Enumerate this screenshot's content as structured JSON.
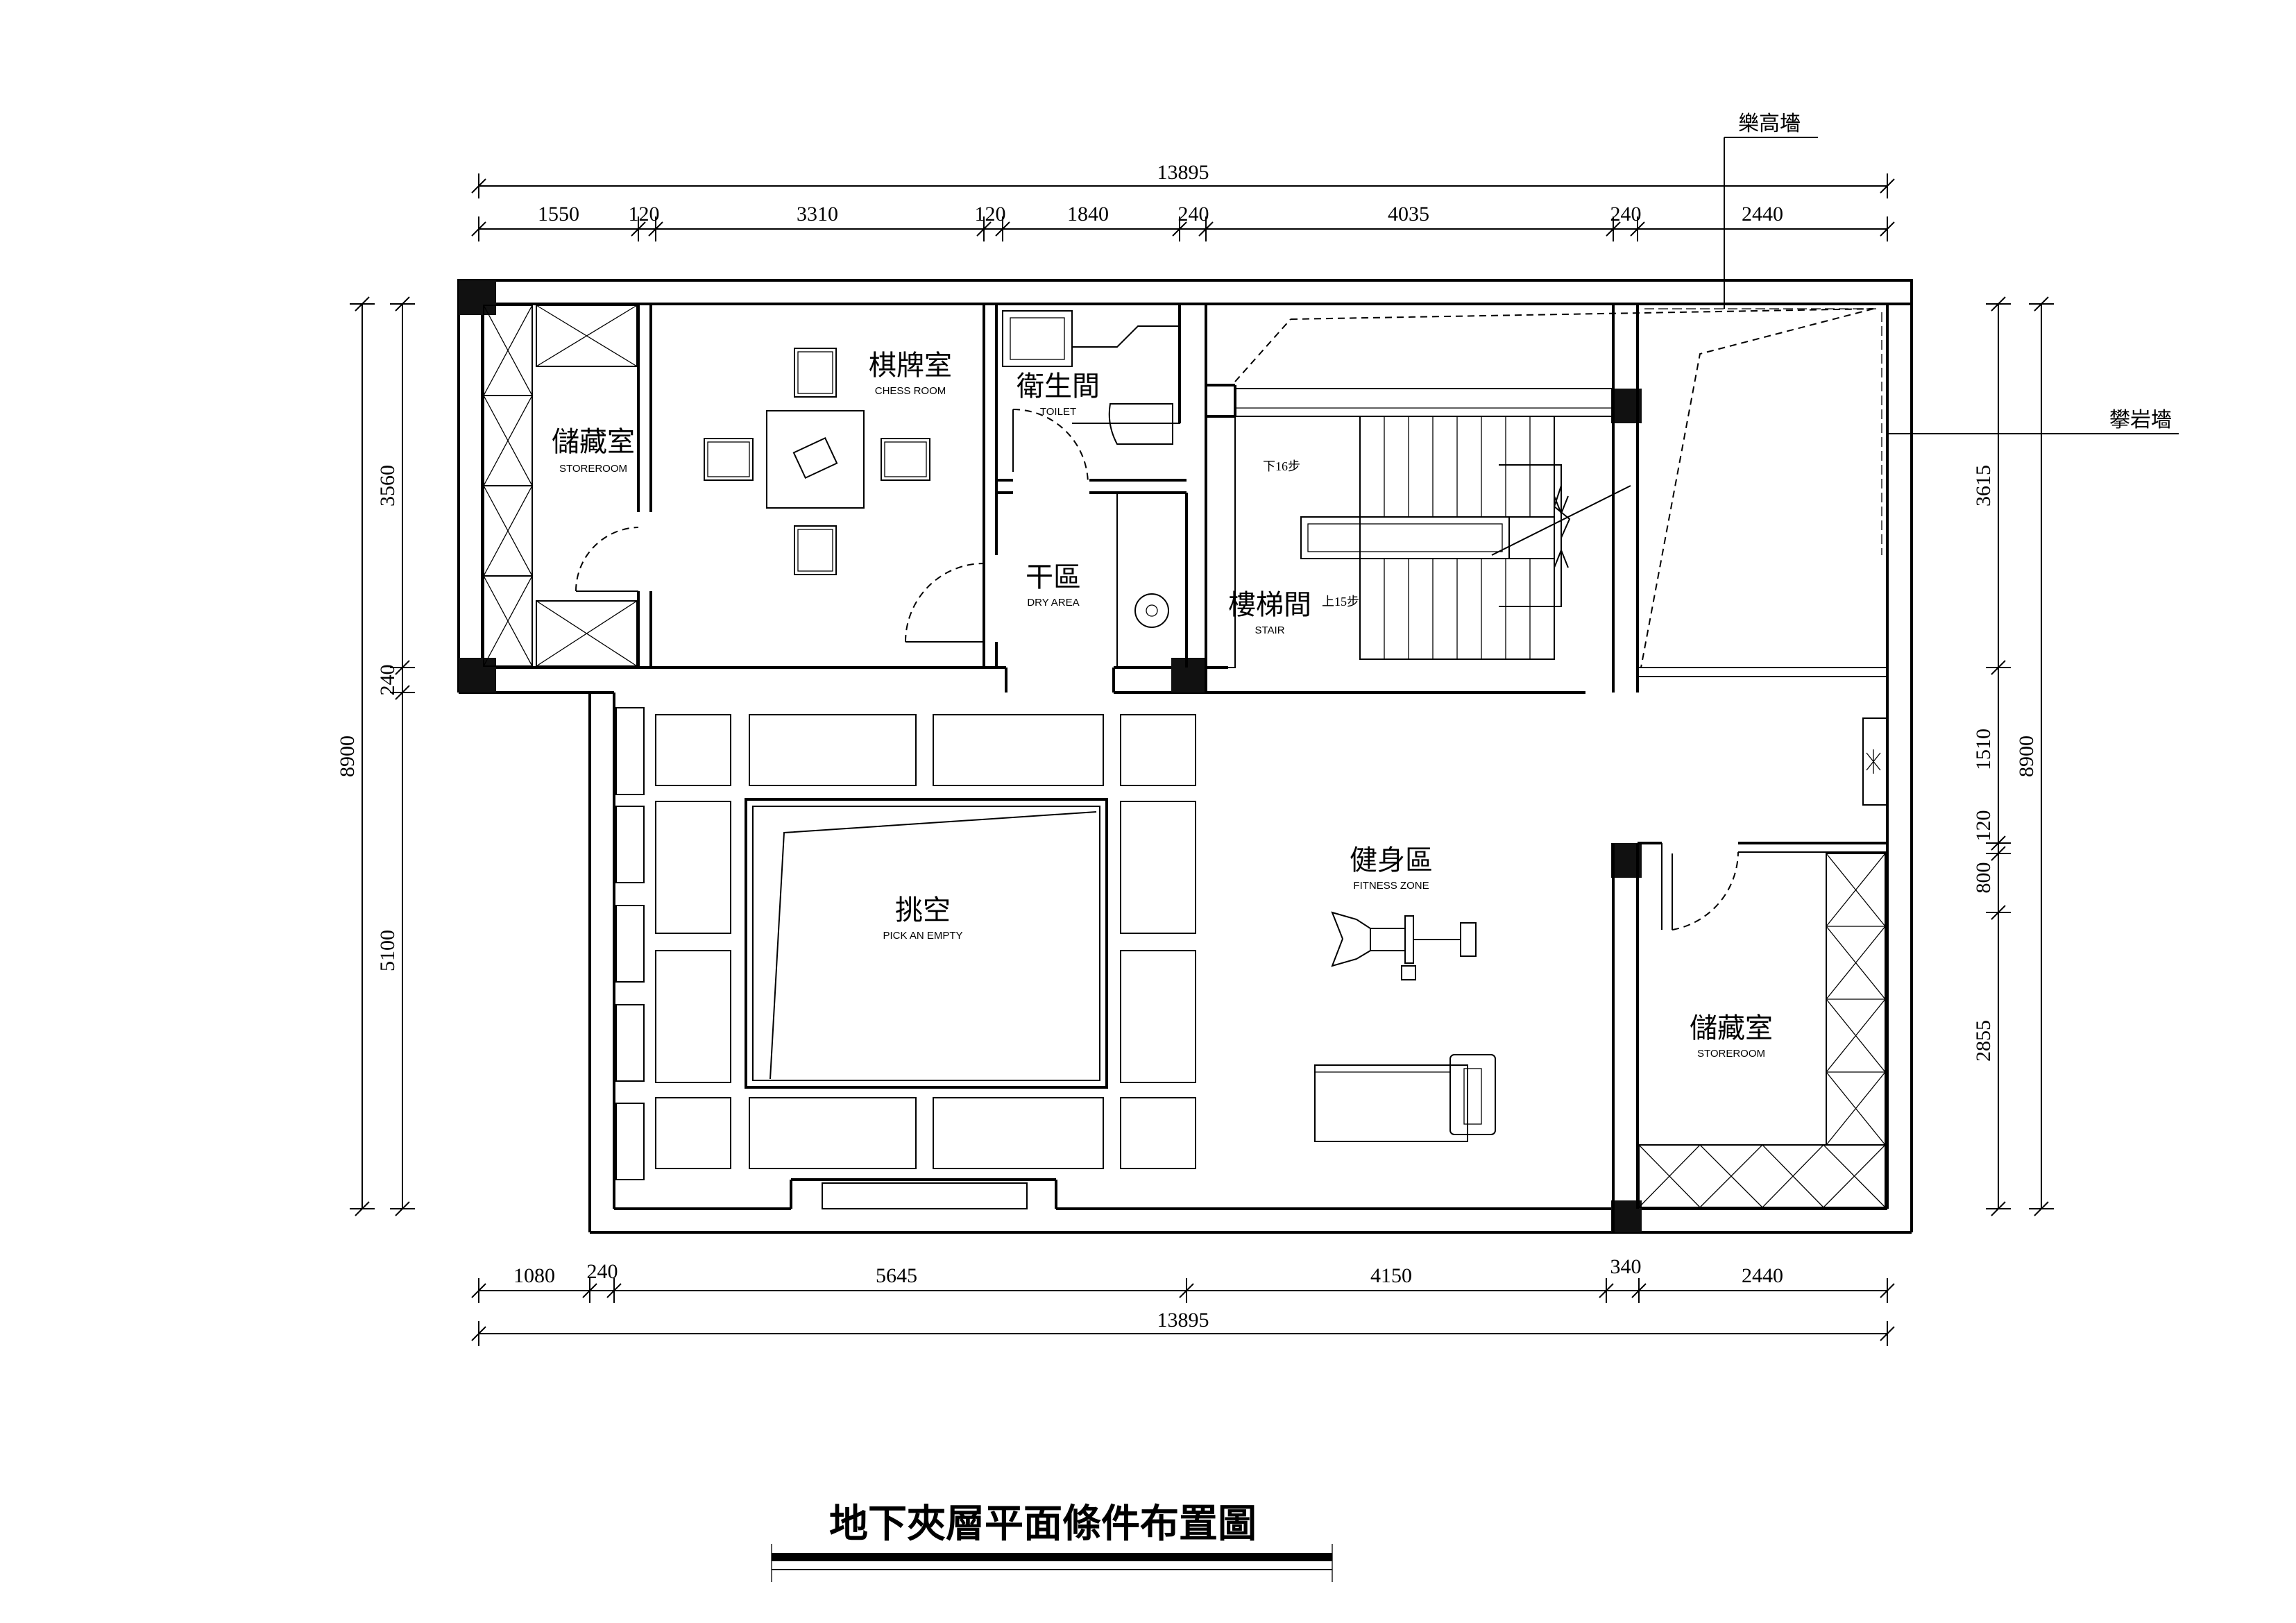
{
  "title": "地下夾層平面條件布置圖",
  "rooms": [
    {
      "zh": "儲藏室",
      "en": "STOREROOM"
    },
    {
      "zh": "棋牌室",
      "en": "CHESS ROOM"
    },
    {
      "zh": "衛生間",
      "en": "TOILET"
    },
    {
      "zh": "干區",
      "en": "DRY AREA"
    },
    {
      "zh": "樓梯間",
      "en": "STAIR"
    },
    {
      "zh": "挑空",
      "en": "PICK AN EMPTY"
    },
    {
      "zh": "健身區",
      "en": "FITNESS ZONE"
    },
    {
      "zh": "儲藏室",
      "en": "STOREROOM"
    }
  ],
  "stair_notes": {
    "down": "下16步",
    "up": "上15步"
  },
  "annotations": {
    "lego_wall": "樂高墻",
    "climbing_wall": "攀岩墻"
  },
  "dimensions": {
    "top_total": "13895",
    "top_segments": [
      "1550",
      "120",
      "3310",
      "120",
      "1840",
      "240",
      "4035",
      "240",
      "2440"
    ],
    "bottom_segments": [
      "1080",
      "240",
      "5645",
      "4150",
      "340",
      "2440"
    ],
    "bottom_total": "13895",
    "left_total": "8900",
    "left_segments": [
      "3560",
      "240",
      "5100"
    ],
    "right_total": "8900",
    "right_segments": [
      "3615",
      "1510",
      "120",
      "800",
      "2855"
    ]
  }
}
